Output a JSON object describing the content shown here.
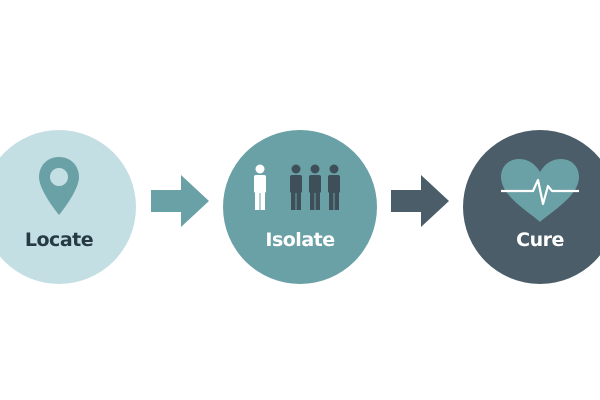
{
  "steps": [
    {
      "label": "Locate",
      "icon": "location-pin-icon",
      "circle_color": "#c3dfe3",
      "label_color": "#263a45"
    },
    {
      "label": "Isolate",
      "icon": "people-isolate-icon",
      "circle_color": "#6aa1a6",
      "label_color": "#ffffff"
    },
    {
      "label": "Cure",
      "icon": "heart-pulse-icon",
      "circle_color": "#4a5d68",
      "label_color": "#ffffff"
    }
  ],
  "arrows": [
    {
      "icon": "arrow-right-icon",
      "color": "#6aa1a6"
    },
    {
      "icon": "arrow-right-icon",
      "color": "#4a5d68"
    }
  ],
  "colors": {
    "pin": "#6aa1a6",
    "highlighted_person": "#ffffff",
    "group_person": "#3f4f5a",
    "heart": "#6aa1a6",
    "pulse_line": "#ffffff"
  }
}
